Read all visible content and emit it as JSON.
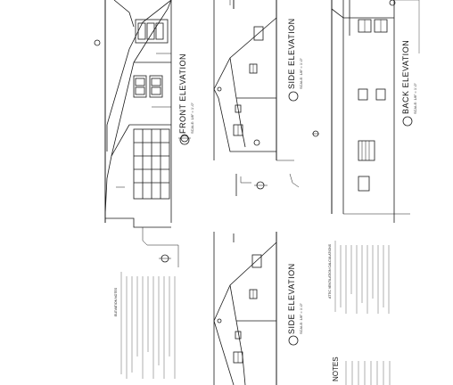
{
  "sheet": {
    "elevations": [
      {
        "id": "front",
        "title": "FRONT ELEVATION",
        "scale": "SCALE: 1/8\" = 1'-0\""
      },
      {
        "id": "side-top",
        "title": "SIDE ELEVATION",
        "scale": "SCALE: 1/8\" = 1'-0\""
      },
      {
        "id": "back",
        "title": "BACK ELEVATION",
        "scale": "SCALE: 1/8\" = 1'-0\""
      },
      {
        "id": "side-bottom",
        "title": "SIDE ELEVATION",
        "scale": "SCALE: 1/8\" = 1'-0\""
      }
    ],
    "notes_title": "NOTES",
    "elevation_notes_title": "ELEVATION NOTES",
    "attic_vent_title": "ATTIC VENTILATION CALCULATIONS",
    "stroke_color": "#1a1a1a"
  }
}
